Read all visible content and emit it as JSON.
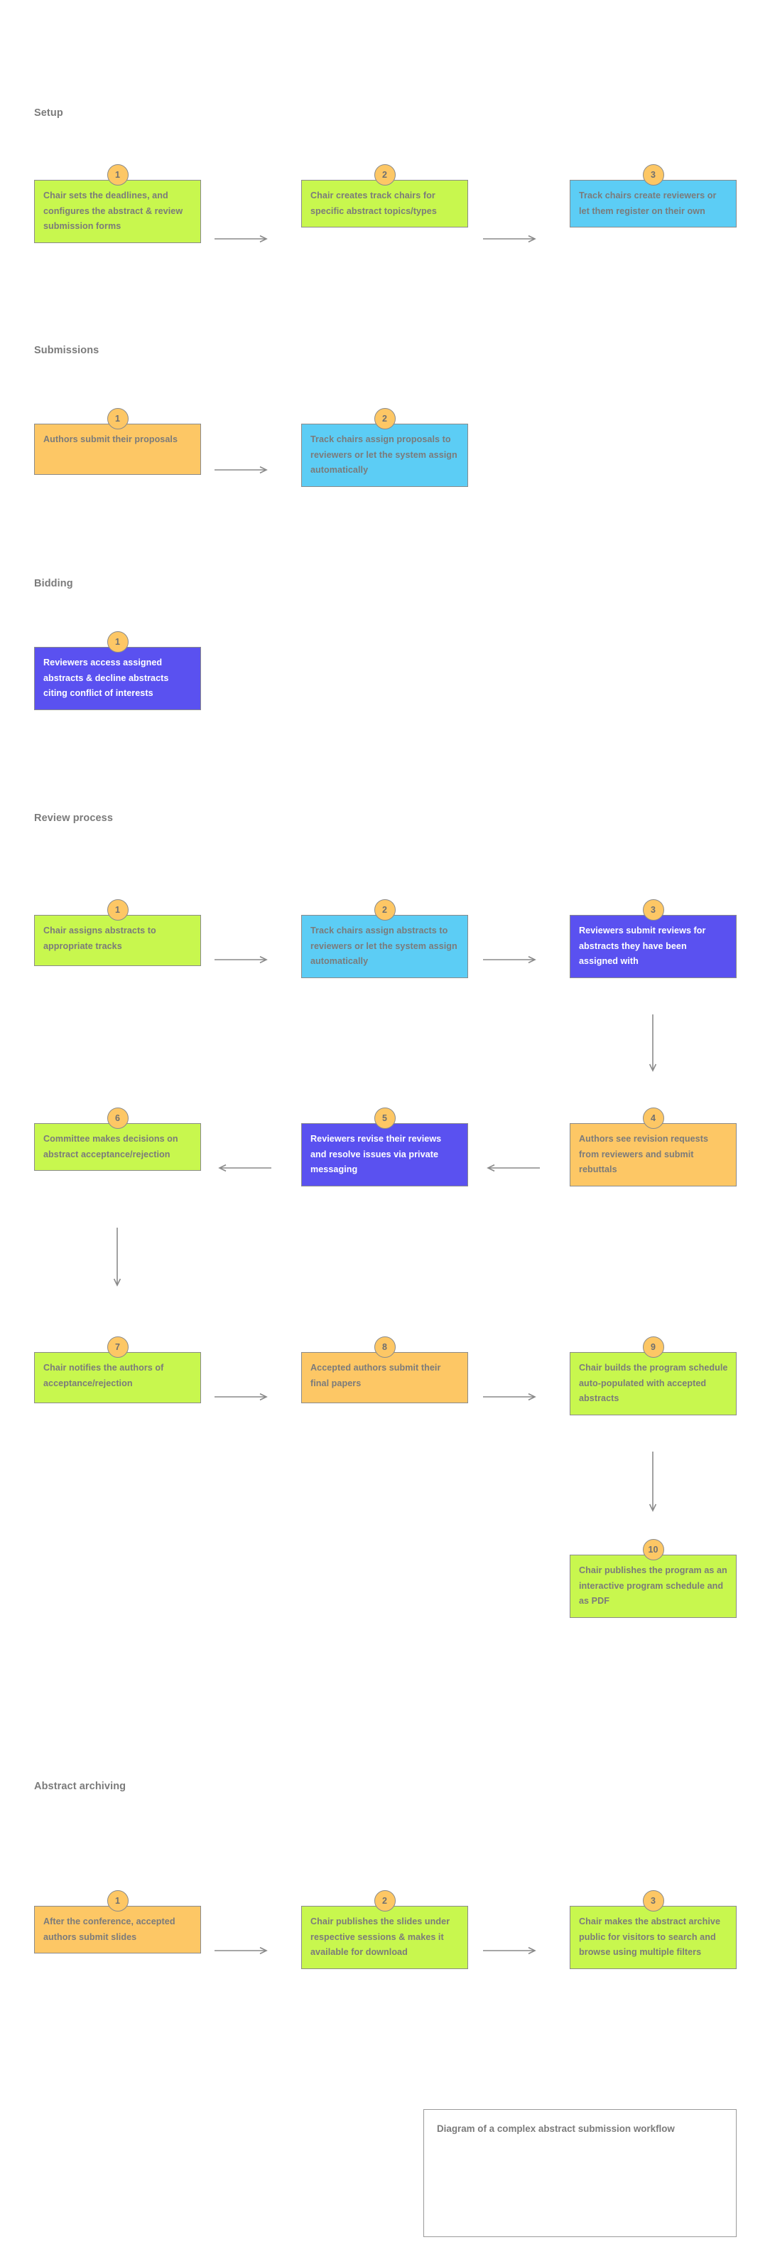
{
  "diagram": {
    "title": "Diagram of a complex abstract submission workflow",
    "colors": {
      "green": "#c8f74e",
      "orange": "#fdc765",
      "blue": "#5ccdf5",
      "purple": "#5a51f0",
      "stroke": "#8a8a8a",
      "text": "#7b7b7b",
      "text_on_purple": "#ffffff",
      "background": "#ffffff"
    },
    "sections": [
      {
        "label": "Setup"
      },
      {
        "label": "Submissions"
      },
      {
        "label": "Bidding"
      },
      {
        "label": "Review process"
      },
      {
        "label": "Abstract archiving"
      }
    ],
    "steps": {
      "setup": [
        {
          "number": "1",
          "color": "green",
          "text": "Chair sets the deadlines, and configures the abstract & review submission forms"
        },
        {
          "number": "2",
          "color": "green",
          "text": "Chair creates track chairs for specific abstract topics/types"
        },
        {
          "number": "3",
          "color": "blue",
          "text": "Track chairs create reviewers or let them register on their own"
        }
      ],
      "submissions": [
        {
          "number": "1",
          "color": "orange",
          "text": "Authors submit their proposals"
        },
        {
          "number": "2",
          "color": "blue",
          "text": "Track chairs assign proposals to reviewers or let the system assign automatically"
        }
      ],
      "bidding": [
        {
          "number": "1",
          "color": "purple",
          "text": "Reviewers access assigned abstracts & decline abstracts citing conflict of interests"
        }
      ],
      "review_process": [
        {
          "number": "1",
          "color": "green",
          "text": "Chair assigns abstracts to appropriate tracks"
        },
        {
          "number": "2",
          "color": "blue",
          "text": "Track chairs assign abstracts to reviewers or let the system assign automatically"
        },
        {
          "number": "3",
          "color": "purple",
          "text": "Reviewers submit reviews for abstracts they have been assigned with"
        },
        {
          "number": "4",
          "color": "orange",
          "text": "Authors see revision requests from reviewers and submit rebuttals"
        },
        {
          "number": "5",
          "color": "purple",
          "text": "Reviewers revise their reviews and resolve issues via private messaging"
        },
        {
          "number": "6",
          "color": "green",
          "text": "Committee makes decisions on abstract acceptance/rejection"
        },
        {
          "number": "7",
          "color": "green",
          "text": "Chair notifies the authors of acceptance/rejection"
        },
        {
          "number": "8",
          "color": "orange",
          "text": "Accepted authors submit their final papers"
        },
        {
          "number": "9",
          "color": "green",
          "text": "Chair builds the program schedule auto-populated with accepted abstracts"
        },
        {
          "number": "10",
          "color": "green",
          "text": "Chair publishes the program as an interactive program schedule and as PDF"
        }
      ],
      "abstract_archiving": [
        {
          "number": "1",
          "color": "orange",
          "text": "After the conference, accepted authors submit slides"
        },
        {
          "number": "2",
          "color": "green",
          "text": "Chair publishes the slides under respective sessions & makes it available for download"
        },
        {
          "number": "3",
          "color": "green",
          "text": "Chair makes the abstract archive public for visitors to search and browse using multiple filters"
        }
      ]
    }
  }
}
